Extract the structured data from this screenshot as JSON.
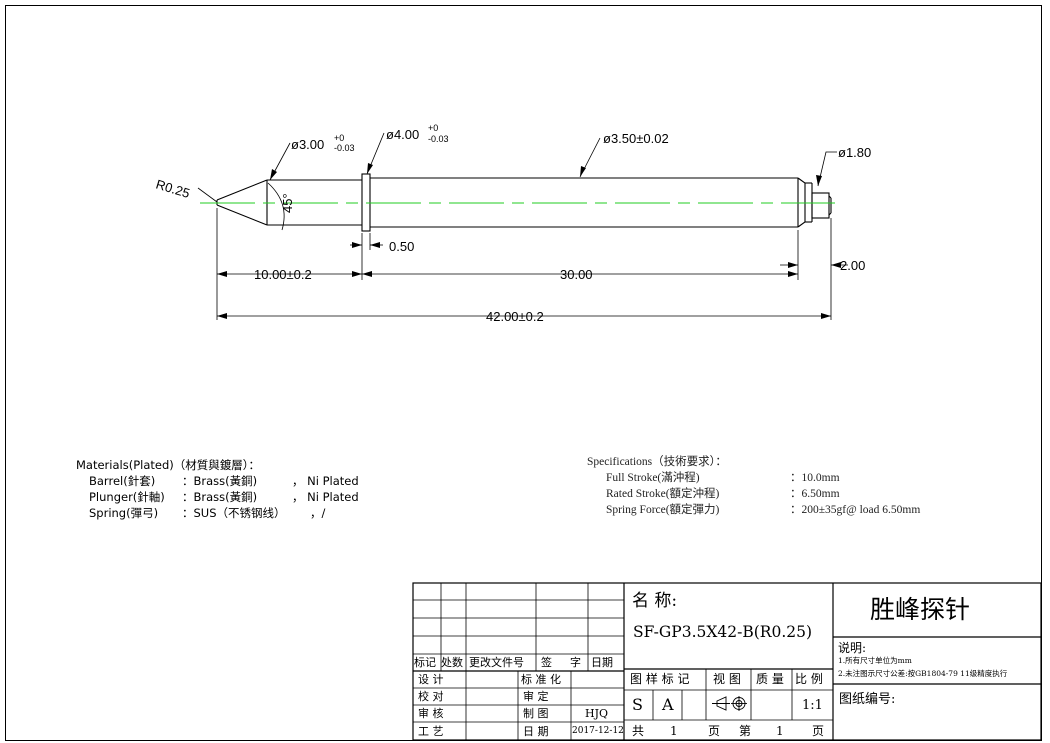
{
  "dimensions": {
    "tip_radius": "R0.25",
    "tip_diameter": "ø3.00",
    "tip_diameter_tol_upper": "+0",
    "tip_diameter_tol_lower": "-0.03",
    "collar_diameter": "ø4.00",
    "collar_diameter_tol_upper": "+0",
    "collar_diameter_tol_lower": "-0.03",
    "barrel_diameter": "ø3.50±0.02",
    "end_diameter": "ø1.80",
    "tip_angle": "45°",
    "collar_thickness": "0.50",
    "end_length": "2.00",
    "tip_length": "10.00±0.2",
    "barrel_length": "30.00",
    "total_length": "42.00±0.2"
  },
  "materials": {
    "title": "Materials(Plated)（材質與鍍層）：",
    "rows": [
      {
        "part": "Barrel(針套)",
        "material": "：Brass(黃銅)",
        "plating": "，  Ni Plated"
      },
      {
        "part": "Plunger(針軸)",
        "material": "：Brass(黃銅)",
        "plating": "，  Ni Plated"
      },
      {
        "part": "Spring(彈弓)",
        "material": "：SUS（不锈钢线）",
        "plating": "，/"
      }
    ]
  },
  "specifications": {
    "title": "Specifications（技術要求）：",
    "rows": [
      {
        "label": "Full Stroke(滿沖程)",
        "value": "：10.0mm"
      },
      {
        "label": "Rated Stroke(額定沖程)",
        "value": "：6.50mm"
      },
      {
        "label": "Spring Force(額定彈力)",
        "value": "：200±35gf@ load 6.50mm"
      }
    ]
  },
  "title_block": {
    "rev_headers": [
      "标记",
      "处数",
      "更改文件号",
      "签",
      "字",
      "日期"
    ],
    "design": "设    计",
    "check": "校    对",
    "review": "审    核",
    "process": "工    艺",
    "standard": "标 准 化",
    "audit": "审    定",
    "drawn": "制    图",
    "date_label": "日    期",
    "drawn_by": "HJQ",
    "date": "2017-12-12",
    "name_label": "名 称:",
    "part_name": "SF-GP3.5X42-B(R0.25)",
    "company": "胜峰探针",
    "notes_title": "说明:",
    "note1": "1.所有尺寸单位为mm",
    "note2": "2.未注图示尺寸公差:按GB1804-79 11级精度执行",
    "drawing_no_label": "图纸编号:",
    "sample_mark_label": "图 样 标 记",
    "view_label": "视 图",
    "weight_label": "质 量",
    "scale_label": "比 例",
    "mark_s": "S",
    "mark_a": "A",
    "scale": "1:1",
    "total_label": "共",
    "total_pages": "1",
    "page_unit1": "页",
    "page_label": "第",
    "page_no": "1",
    "page_unit2": "页"
  }
}
